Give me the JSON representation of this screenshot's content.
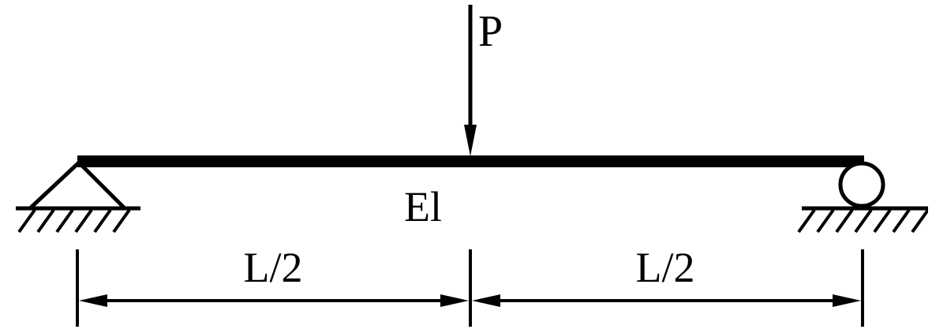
{
  "labels": {
    "load": "P",
    "stiffness": "El",
    "span_left": "L/2",
    "span_right": "L/2"
  },
  "colors": {
    "ink": "#000000",
    "background": "#ffffff"
  }
}
